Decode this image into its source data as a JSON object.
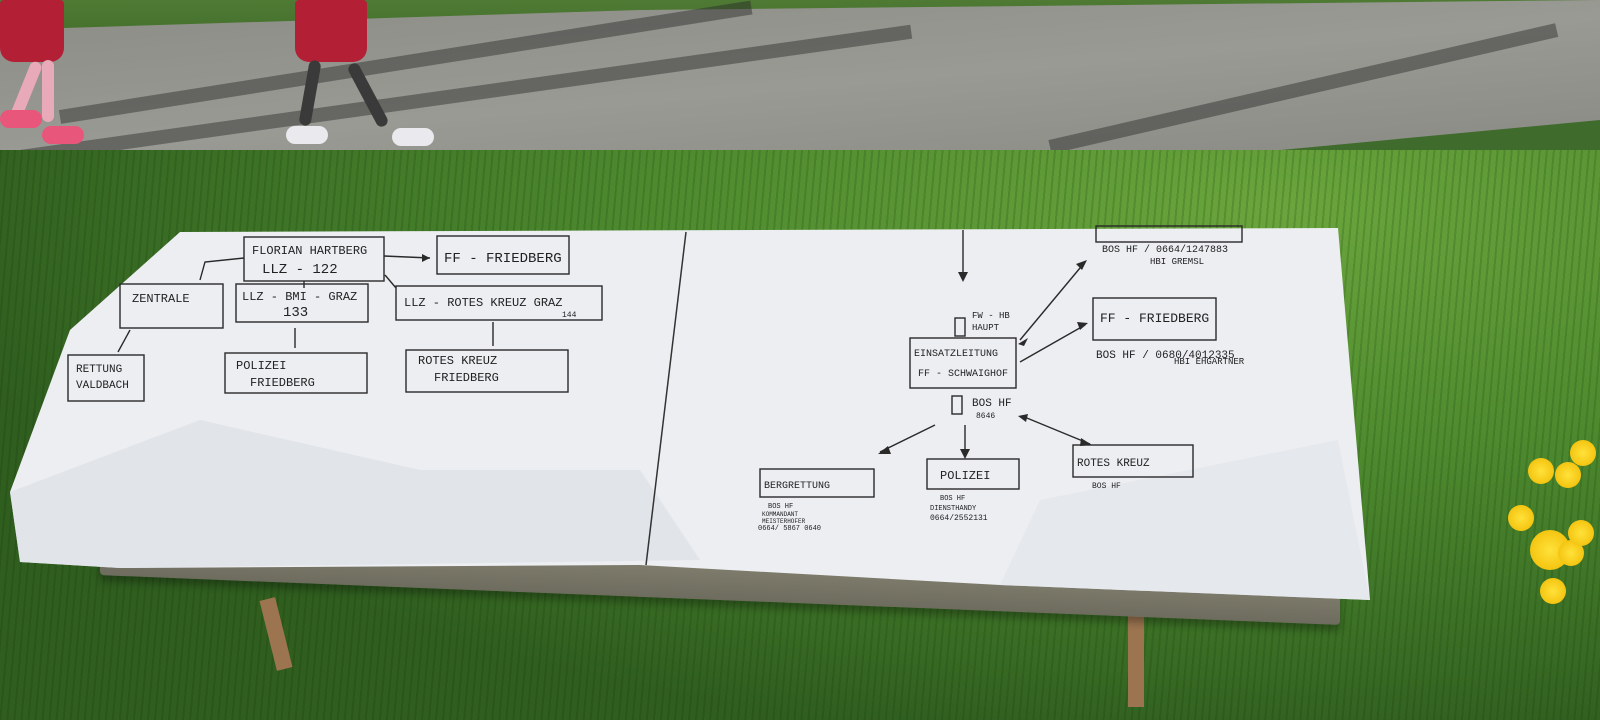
{
  "scene": {
    "description_free": true
  },
  "diagram": {
    "left_panel": {
      "florian": {
        "line1": "FLORIAN  HARTBERG",
        "line2": "LLZ  -     122"
      },
      "ff_friedberg_top": "FF - FRIEDBERG",
      "zentrale": "ZENTRALE",
      "llz_bmi": {
        "line1": "LLZ - BMI - GRAZ",
        "line2": "133"
      },
      "llz_rotes": {
        "line1": "LLZ - ROTES KREUZ  GRAZ",
        "line2": "144"
      },
      "rettung": {
        "line1": "RETTUNG",
        "line2": "VALDBACH"
      },
      "polizei_friedberg": {
        "line1": "POLIZEI",
        "line2": "FRIEDBERG"
      },
      "rotes_kreuz_friedberg": {
        "line1": "ROTES  KREUZ",
        "line2": "FRIEDBERG"
      }
    },
    "right_panel": {
      "top_contact": {
        "line1": "BOS HF  / 0664/1247883",
        "line2": "HBI  GREMSL"
      },
      "fw_hb": {
        "line1": "FW - HB",
        "line2": "HAUPT"
      },
      "einsatzleitung": {
        "line1": "EINSATZLEITUNG",
        "line2": "FF - SCHWAIGHOF"
      },
      "ff_friedberg": "FF - FRIEDBERG",
      "ff_friedberg_contact": {
        "line1": "BOS HF  / 0680/4012335",
        "line2": "HBI  EHGARTNER"
      },
      "bos_center": {
        "line1": "BOS  HF",
        "line2": "8646"
      },
      "bergrettung": {
        "title": "BERGRETTUNG",
        "line1": "BOS  HF",
        "line2": "KOMMANDANT",
        "line3": "MEISTERHOFER",
        "line4": "0664/ 5867 0640"
      },
      "polizei": {
        "title": "POLIZEI",
        "line1": "BOS  HF",
        "line2": "DIENSTHANDY",
        "line3": "0664/2552131"
      },
      "rotes_kreuz": {
        "title": "ROTES  KREUZ",
        "line1": "BOS  HF"
      }
    }
  },
  "colors": {
    "paper": "#eceef2",
    "ink": "#2a2a2a",
    "grass": "#4d8a2e",
    "road": "#8c8c86",
    "flower": "#f5c400"
  }
}
